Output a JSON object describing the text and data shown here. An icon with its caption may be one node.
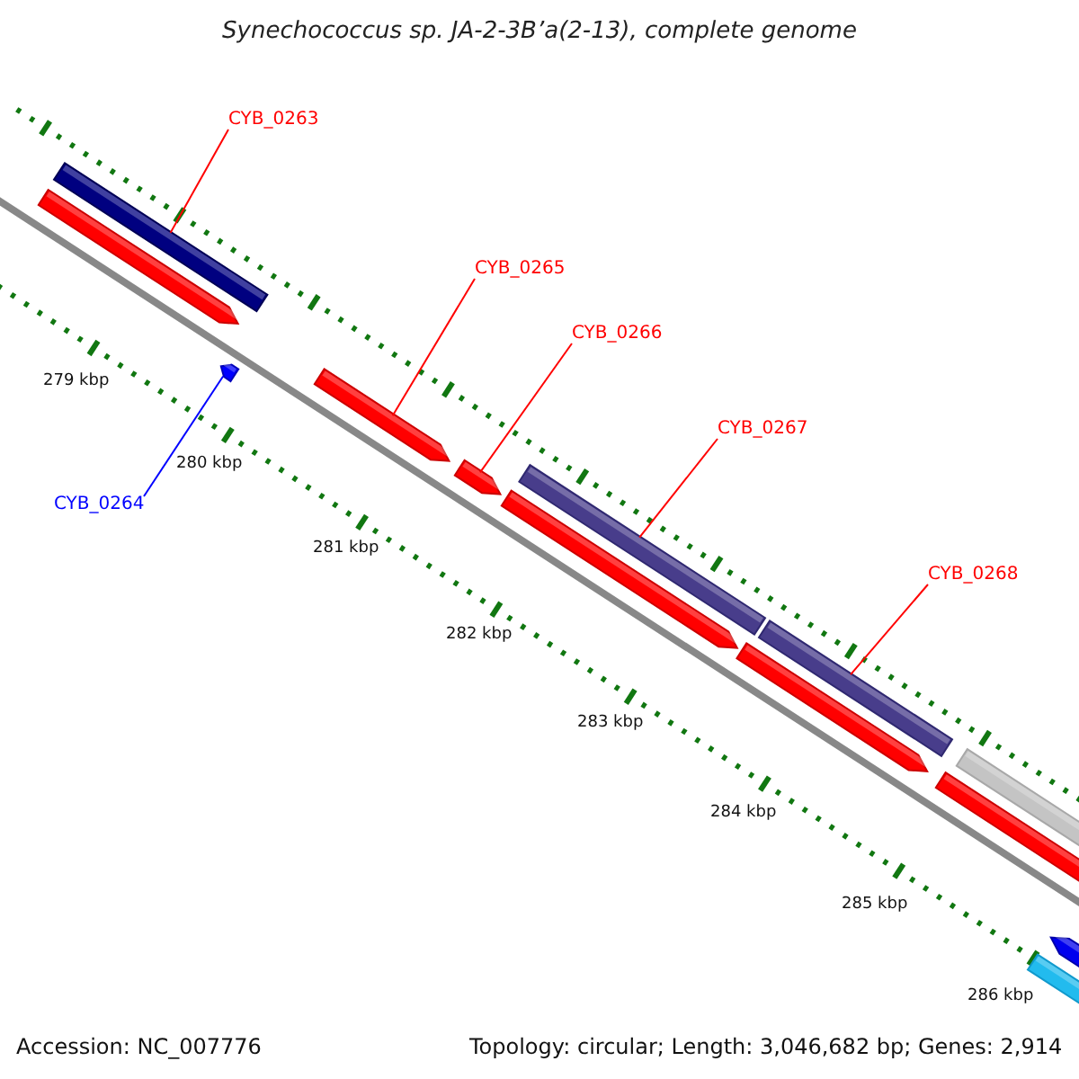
{
  "diagram": {
    "title": "Synechococcus sp. JA-2-3B’a(2-13), complete genome",
    "nodes": [
      {
        "text": [
          "CYB_0263"
        ]
      },
      {
        "text": [],
        "shape": "bar"
      },
      {
        "text": [
          "CYB_0264"
        ]
      },
      {
        "text": [],
        "shape": "bar"
      },
      {
        "text": [
          "CYB_0265"
        ]
      },
      {
        "text": [],
        "shape": "bar"
      },
      {
        "text": [
          "CYB_0266"
        ]
      },
      {
        "text": [],
        "shape": "bar"
      },
      {
        "text": [
          "CYB_0267"
        ]
      },
      {
        "text": [],
        "shape": "bar"
      },
      {
        "text": [
          "CYB_0268"
        ]
      },
      {
        "text": [],
        "shape": "bar"
      }
    ],
    "edges": [
      {
        "from": 0,
        "to": 1,
        "arrow": "none"
      },
      {
        "from": 2,
        "to": 3,
        "arrow": "none",
        "color": "#0000ff"
      },
      {
        "from": 4,
        "to": 5,
        "arrow": "none"
      },
      {
        "from": 6,
        "to": 7,
        "arrow": "none"
      },
      {
        "from": 8,
        "to": 9,
        "arrow": "none"
      },
      {
        "from": 10,
        "to": 11,
        "arrow": "none"
      }
    ],
    "labels": [
      "279 kbp",
      "280 kbp",
      "281 kbp",
      "282 kbp",
      "283 kbp",
      "284 kbp",
      "285 kbp",
      "286 kbp",
      "Accession: NC_007776",
      "Topology: circular; Length: 3,046,682 bp; Genes: 2,914"
    ]
  }
}
